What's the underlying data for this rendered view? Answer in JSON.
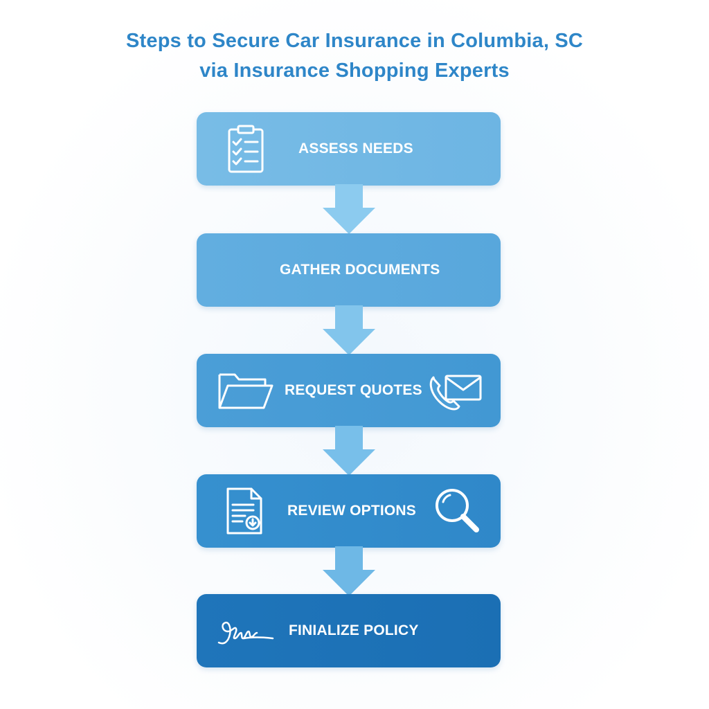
{
  "title": {
    "line1": "Steps to Secure Car Insurance in Columbia, SC",
    "line2": "via Insurance Shopping Experts"
  },
  "steps": [
    {
      "label": "ASSESS NEEDS",
      "icons": [
        "clipboard-checklist-icon"
      ]
    },
    {
      "label": "GATHER DOCUMENTS",
      "icons": []
    },
    {
      "label": "REQUEST QUOTES",
      "icons": [
        "folder-icon",
        "phone-envelope-icon"
      ]
    },
    {
      "label": "REVIEW OPTIONS",
      "icons": [
        "document-icon",
        "magnifier-icon"
      ]
    },
    {
      "label": "FINIALIZE POLICY",
      "icons": [
        "signature-icon"
      ]
    }
  ],
  "colors": {
    "title": "#2e86c8",
    "step1": "#78bce6",
    "step2": "#62aee0",
    "step3": "#4b9ed7",
    "step4": "#3690cf",
    "step5": "#1f75ba",
    "arrow": "#8ccbef"
  }
}
